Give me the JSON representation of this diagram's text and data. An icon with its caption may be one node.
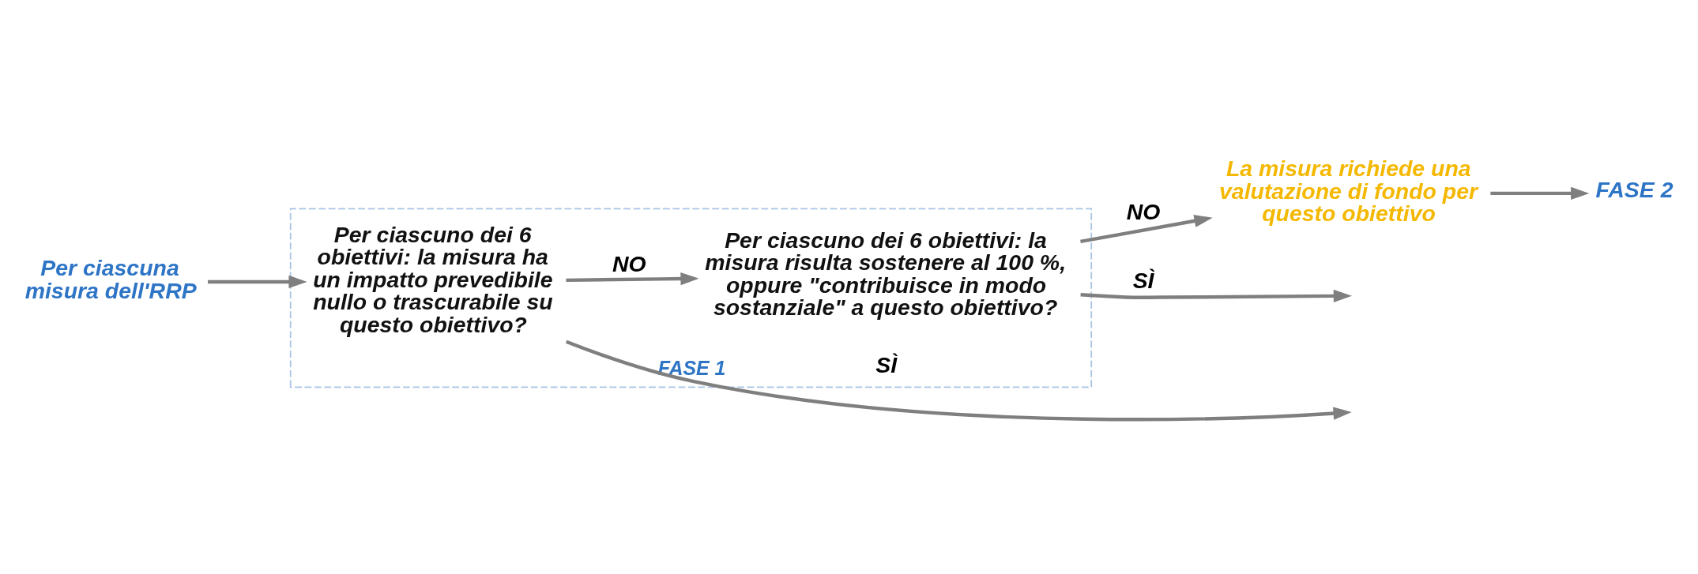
{
  "diagram": {
    "nodes": [
      {
        "text": [
          "FASE 1"
        ]
      },
      {
        "text": [
          "Per ciascuna misura dell'RRP"
        ]
      },
      {
        "text": [
          "Per ciascuno dei 6 obiettivi: la misura ha un impatto prevedibile nullo o trascurabile su questo obiettivo?"
        ],
        "in": 0
      },
      {
        "text": [
          "Per ciascuno dei 6 obiettivi: la misura risulta sostenere al 100 %, oppure \"contribuisce in modo sostanziale\" a questo obiettivo?"
        ],
        "in": 0
      },
      {
        "text": [
          "La misura richiede una valutazione di fondo per questo obiettivo"
        ]
      },
      {
        "text": [
          "FASE 2"
        ]
      }
    ],
    "edges": [
      {
        "from": 1,
        "to": 2,
        "arrow": "to"
      },
      {
        "from": 2,
        "to": null,
        "arrow": "to",
        "label": "SÌ"
      },
      {
        "from": 2,
        "to": 3,
        "arrow": "to",
        "label": "NO"
      },
      {
        "from": 3,
        "to": null,
        "arrow": "to",
        "label": "SÌ"
      },
      {
        "from": 3,
        "to": 4,
        "arrow": "to",
        "label": "NO"
      },
      {
        "from": 4,
        "to": 5,
        "arrow": "to"
      }
    ]
  }
}
